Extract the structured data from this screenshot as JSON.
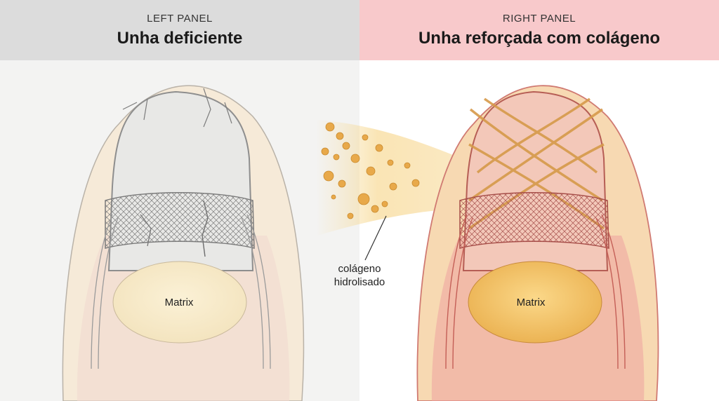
{
  "left_panel": {
    "label": "LEFT PANEL",
    "title": "Unha deficiente",
    "matrix_label": "Matrix"
  },
  "right_panel": {
    "label": "RIGHT PANEL",
    "title": "Unha reforçada com colágeno",
    "matrix_label": "Matrix"
  },
  "annotation": {
    "line1": "colágeno",
    "line2": "hidrolisado"
  },
  "colors": {
    "left_header_bg": "#dcdcdc",
    "right_header_bg": "#f8c9cb",
    "collagen_gold": "#e8a94a",
    "skin_pink": "#e8a0a0"
  }
}
